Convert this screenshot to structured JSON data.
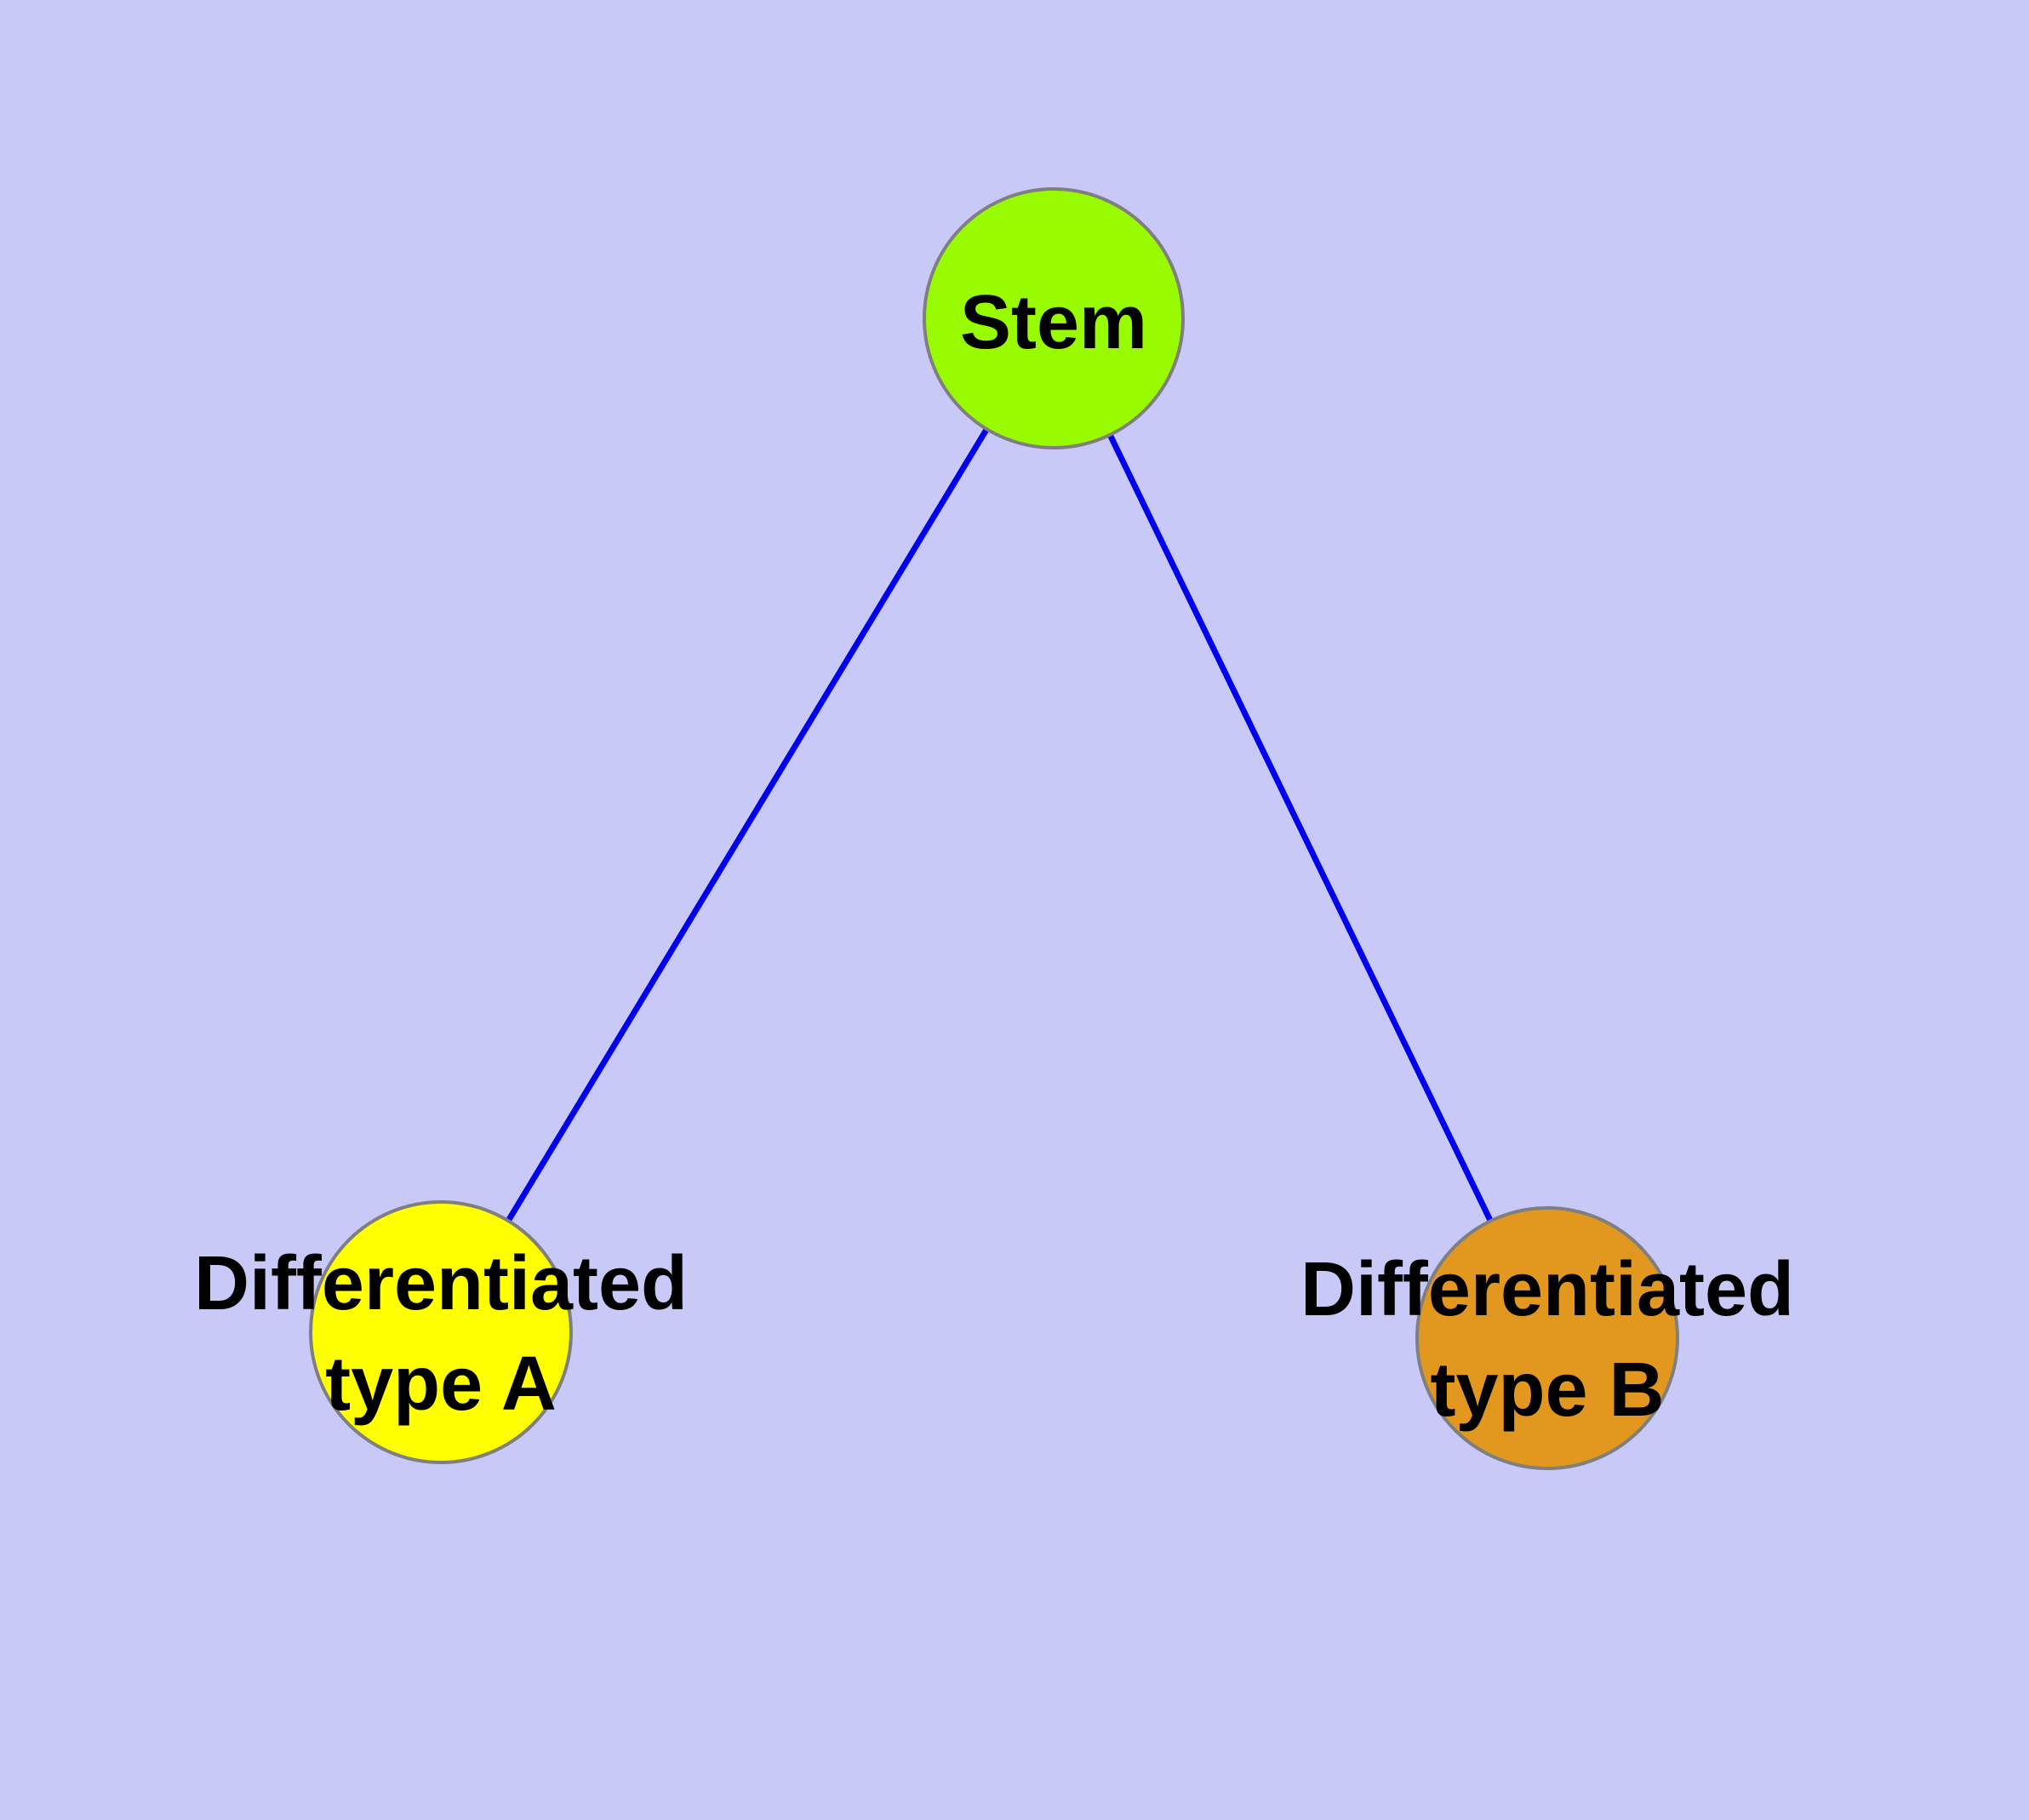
{
  "canvas": {
    "background_color": "#C9C9F7"
  },
  "diagram": {
    "type": "node-link-graph",
    "edge_color": "#0000EE",
    "node_stroke_color": "#7F7F7F",
    "label_color": "#000000",
    "nodes": {
      "stem": {
        "label": "Stem",
        "color": "#99FB00"
      },
      "type_a": {
        "label": "Differentiated type A",
        "label_line1": "Differentiated",
        "label_line2": "type A",
        "color": "#FFFF00"
      },
      "type_b": {
        "label": "Differentiated type B",
        "label_line1": "Differentiated",
        "label_line2": "type B",
        "color": "#E2981F"
      }
    },
    "edges": [
      {
        "from": "Stem",
        "to": "Differentiated type A"
      },
      {
        "from": "Stem",
        "to": "Differentiated type B"
      }
    ]
  }
}
